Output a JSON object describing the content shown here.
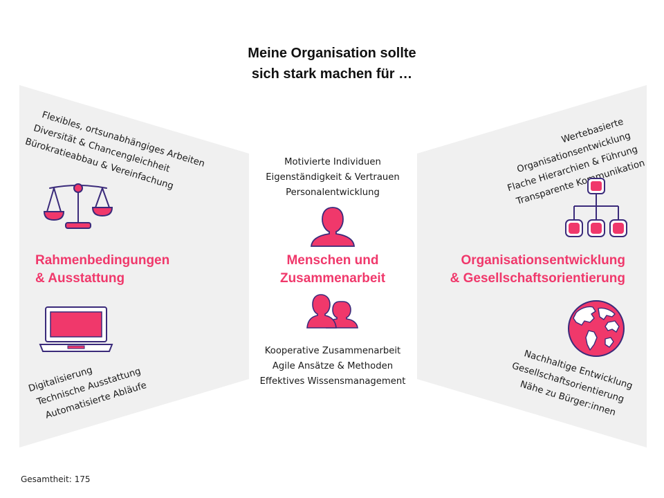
{
  "title": {
    "line1": "Meine Organisation sollte",
    "line2": "sich stark machen für …"
  },
  "left": {
    "heading": [
      "Rahmenbedingungen",
      "& Ausstattung"
    ],
    "top_items": [
      "Flexibles, ortsunabhängiges Arbeiten",
      "Diversität & Chancengleichheit",
      "Bürokratieabbau & Vereinfachung"
    ],
    "bottom_items": [
      "Digitalisierung",
      "Technische Ausstattung",
      "Automatisierte Abläufe"
    ]
  },
  "center": {
    "heading": [
      "Menschen und",
      "Zusammenarbeit"
    ],
    "top_items": [
      "Motivierte Individuen",
      "Eigenständigkeit & Vertrauen",
      "Personalentwicklung"
    ],
    "bottom_items": [
      "Kooperative Zusammenarbeit",
      "Agile Ansätze & Methoden",
      "Effektives Wissensmanagement"
    ]
  },
  "right": {
    "heading": [
      "Organisationsentwicklung",
      "& Gesellschaftsorientierung"
    ],
    "top_items": [
      "Wertebasierte",
      "Organisationsentwicklung",
      "Flache Hierarchien &  Führung",
      "Transparente Kommunikation"
    ],
    "bottom_items": [
      "Nachhaltige Entwicklung",
      "Gesellschaftsorientierung",
      "Nähe zu Bürger:innen"
    ]
  },
  "footnote": "Gesamtheit: 175",
  "colors": {
    "accent": "#f0386b",
    "outline": "#3a2a7a",
    "panel": "#f0f0f0"
  },
  "icons": {
    "left_top": "scales-icon",
    "left_bottom": "laptop-icon",
    "center_top": "person-icon",
    "center_bottom": "group-icon",
    "right_top": "org-chart-icon",
    "right_bottom": "globe-icon"
  }
}
